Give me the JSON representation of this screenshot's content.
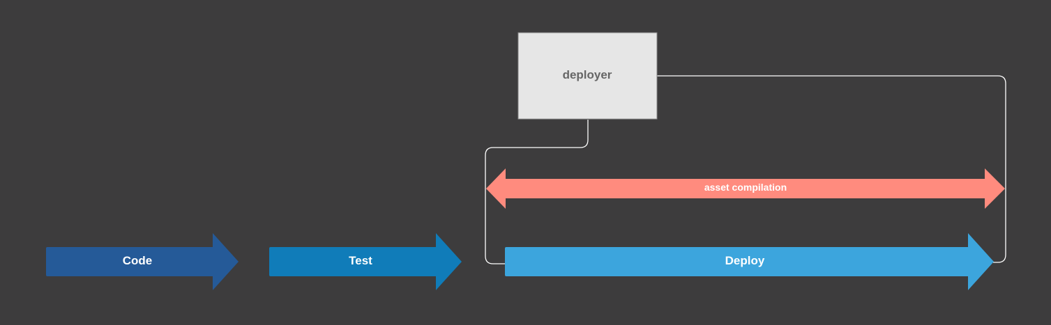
{
  "colors": {
    "background": "#3d3c3d",
    "code_arrow": "#255a98",
    "test_arrow": "#107cb9",
    "deploy_arrow": "#3ca5dd",
    "asset_arrow": "#ff8b7e",
    "deployer_box_fill": "#e6e6e6",
    "deployer_box_stroke": "#8a8a8a",
    "connector": "#ffffff"
  },
  "stages": [
    {
      "label": "Code"
    },
    {
      "label": "Test"
    },
    {
      "label": "Deploy"
    }
  ],
  "asset_compilation": {
    "label": "asset compilation"
  },
  "deployer": {
    "label": "deployer"
  }
}
